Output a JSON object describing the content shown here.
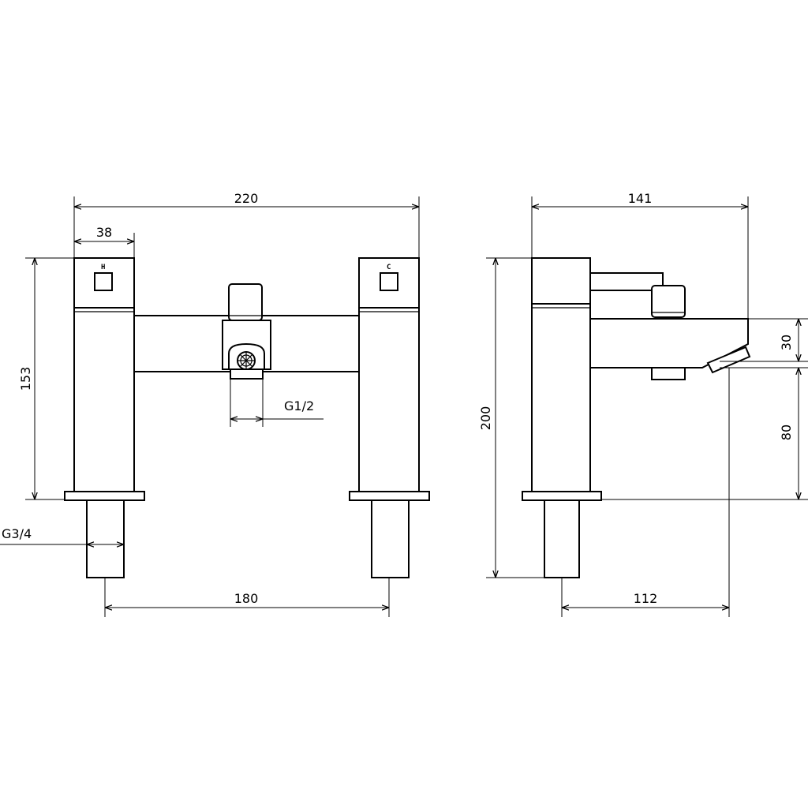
{
  "front_view": {
    "hot_marking": "H",
    "cold_marking": "C",
    "dims": {
      "overall_width": "220",
      "handle_width": "38",
      "body_height": "153",
      "outlet_thread": "G1/2",
      "inlet_thread": "G3/4",
      "inlet_centres": "180"
    }
  },
  "side_view": {
    "dims": {
      "depth": "141",
      "total_height": "200",
      "spout_height": "30",
      "spout_clearance": "80",
      "spout_projection": "112"
    }
  }
}
